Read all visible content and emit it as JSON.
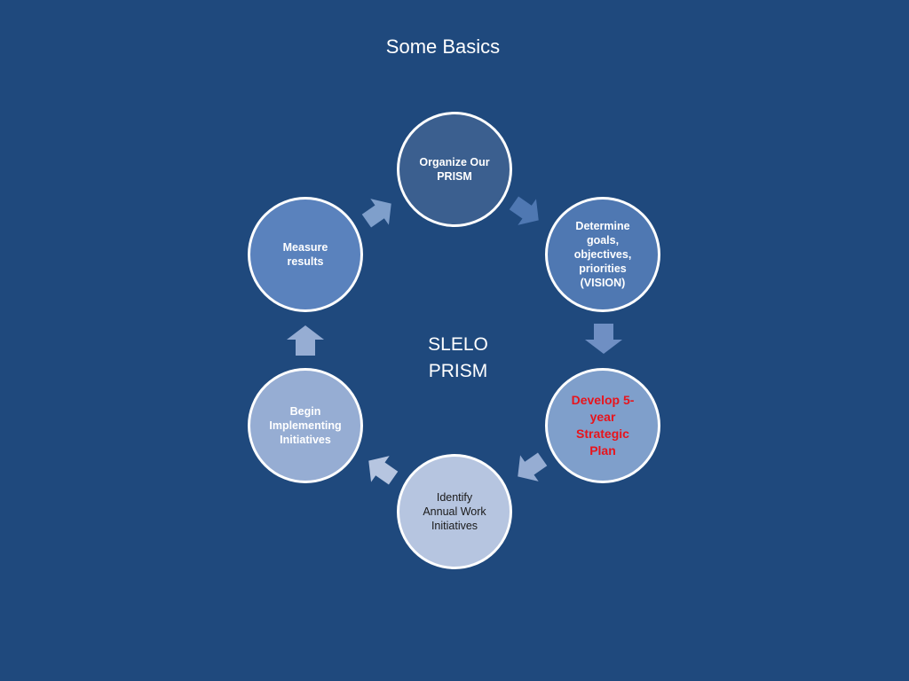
{
  "title": "Some Basics",
  "center": {
    "line1": "SLELO",
    "line2": "PRISM"
  },
  "nodes": [
    {
      "lines": [
        "Organize Our",
        "PRISM"
      ]
    },
    {
      "lines": [
        "Determine",
        "goals,",
        "objectives,",
        "priorities",
        "(VISION)"
      ]
    },
    {
      "lines": [
        "Develop 5-",
        "year",
        "Strategic",
        "Plan"
      ]
    },
    {
      "lines": [
        "Identify",
        "Annual Work",
        "Initiatives"
      ]
    },
    {
      "lines": [
        "Begin",
        "Implementing",
        "Initiatives"
      ]
    },
    {
      "lines": [
        "Measure",
        "results"
      ]
    }
  ],
  "colors": {
    "background": "#1f497d",
    "highlight_text": "#e8141c",
    "node_border": "#ffffff"
  }
}
